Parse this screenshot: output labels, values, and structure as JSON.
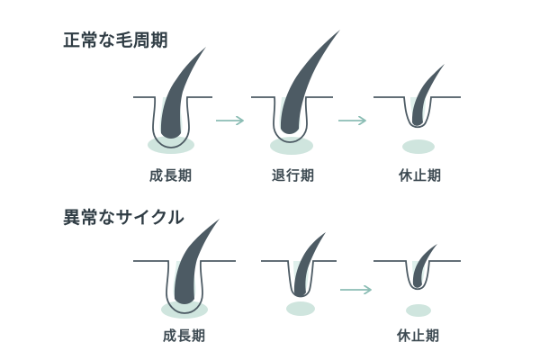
{
  "colors": {
    "hair": "#4d5b64",
    "follicle_outline": "#4d5b64",
    "bulb_highlight": "#dff0ec",
    "papilla": "#cfe5de",
    "arrow": "#8bbdb4",
    "skin_line": "#4d5b64",
    "heading_text": "#2f3c44",
    "label_text": "#3d4a52"
  },
  "normal_cycle": {
    "title": "正常な毛周期",
    "stages": [
      "成長期",
      "退行期",
      "休止期"
    ]
  },
  "abnormal_cycle": {
    "title": "異常なサイクル",
    "stages": [
      "成長期",
      "休止期"
    ]
  }
}
